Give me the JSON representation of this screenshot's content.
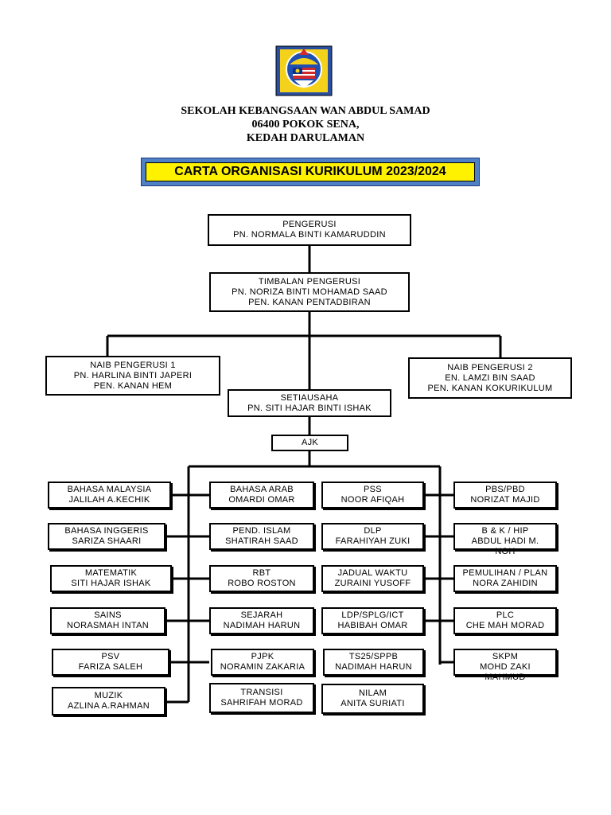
{
  "school": {
    "name": "SEKOLAH KEBANGSAAN WAN ABDUL SAMAD",
    "address": "06400 POKOK SENA,",
    "state": "KEDAH DARULAMAN"
  },
  "title": "CARTA ORGANISASI KURIKULUM 2023/2024",
  "pengerusi": {
    "role": "PENGERUSI",
    "name": "PN. NORMALA BINTI KAMARUDDIN"
  },
  "timbalan": {
    "role": "TIMBALAN PENGERUSI",
    "name": "PN. NORIZA BINTI MOHAMAD SAAD",
    "title": "PEN. KANAN PENTADBIRAN"
  },
  "naib1": {
    "role": "NAIB PENGERUSI 1",
    "name": "PN. HARLINA BINTI JAPERI",
    "title": "PEN. KANAN HEM"
  },
  "naib2": {
    "role": "NAIB PENGERUSI 2",
    "name": "EN. LAMZI BIN SAAD",
    "title": "PEN. KANAN KOKURIKULUM"
  },
  "setiausaha": {
    "role": "SETIAUSAHA",
    "name": "PN. SITI HAJAR BINTI ISHAK"
  },
  "ajk": "AJK",
  "units": [
    {
      "unit": "BAHASA MALAYSIA",
      "person": "JALILAH A.KECHIK"
    },
    {
      "unit": "BAHASA ARAB",
      "person": "OMARDI OMAR"
    },
    {
      "unit": "PSS",
      "person": "NOOR AFIQAH"
    },
    {
      "unit": "PBS/PBD",
      "person": "NORIZAT MAJID"
    },
    {
      "unit": "BAHASA INGGERIS",
      "person": "SARIZA SHAARI"
    },
    {
      "unit": "PEND. ISLAM",
      "person": "SHATIRAH SAAD"
    },
    {
      "unit": "DLP",
      "person": "FARAHIYAH ZUKI"
    },
    {
      "unit": "B & K / HIP",
      "person": "ABDUL HADI M.",
      "person2": "NOH"
    },
    {
      "unit": "MATEMATIK",
      "person": "SITI HAJAR ISHAK"
    },
    {
      "unit": "RBT",
      "person": "ROBO ROSTON"
    },
    {
      "unit": "JADUAL WAKTU",
      "person": "ZURAINI YUSOFF"
    },
    {
      "unit": "PEMULIHAN / PLAN",
      "person": "NORA ZAHIDIN"
    },
    {
      "unit": "SAINS",
      "person": "NORASMAH INTAN"
    },
    {
      "unit": "SEJARAH",
      "person": "NADIMAH HARUN"
    },
    {
      "unit": "LDP/SPLG/ICT",
      "person": "HABIBAH OMAR"
    },
    {
      "unit": "PLC",
      "person": "CHE MAH MORAD"
    },
    {
      "unit": "PSV",
      "person": "FARIZA SALEH"
    },
    {
      "unit": "PJPK",
      "person": "NORAMIN ZAKARIA"
    },
    {
      "unit": "TS25/SPPB",
      "person": "NADIMAH HARUN"
    },
    {
      "unit": "SKPM",
      "person": "MOHD ZAKI",
      "person2": "MAHMUD"
    },
    {
      "unit": "MUZIK",
      "person": "AZLINA A.RAHMAN"
    },
    {
      "unit": "TRANSISI",
      "person": "SAHRIFAH MORAD"
    },
    {
      "unit": "NILAM",
      "person": "ANITA SURIATI"
    }
  ],
  "colors": {
    "title_bg": "#fff200",
    "title_border": "#4f7fc4"
  }
}
